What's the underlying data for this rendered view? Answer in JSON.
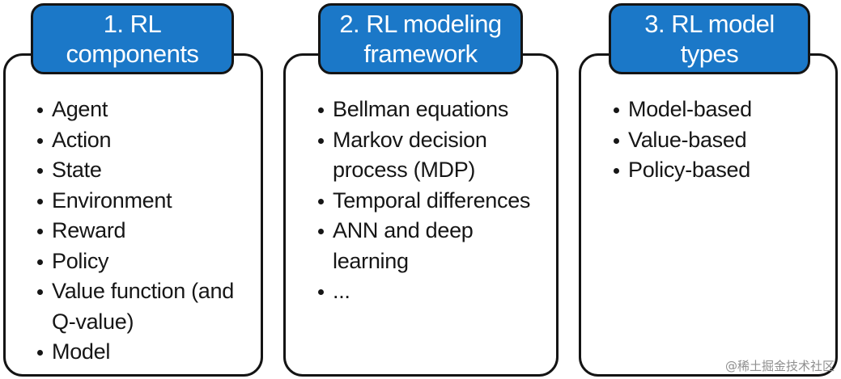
{
  "columns": [
    {
      "title_lines": [
        "1. RL",
        "components"
      ],
      "items": [
        [
          "Agent"
        ],
        [
          "Action"
        ],
        [
          "State"
        ],
        [
          "Environment"
        ],
        [
          "Reward"
        ],
        [
          "Policy"
        ],
        [
          "Value function (and",
          "Q-value)"
        ],
        [
          "Model"
        ]
      ]
    },
    {
      "title_lines": [
        "2. RL modeling",
        "framework"
      ],
      "items": [
        [
          "Bellman equations"
        ],
        [
          "Markov decision",
          "process (MDP)"
        ],
        [
          "Temporal differences"
        ],
        [
          "ANN and deep",
          "learning"
        ],
        [
          "..."
        ]
      ]
    },
    {
      "title_lines": [
        "3. RL model",
        "types"
      ],
      "items": [
        [
          "Model-based"
        ],
        [
          "Value-based"
        ],
        [
          "Policy-based"
        ]
      ]
    }
  ],
  "watermark": "@稀土掘金技术社区",
  "colors": {
    "header_fill": "#1b78c8",
    "border": "#141414",
    "text": "#161616"
  }
}
